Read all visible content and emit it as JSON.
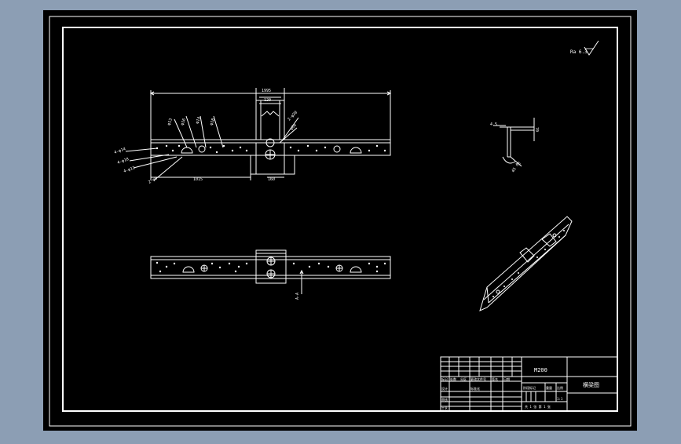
{
  "drawing": {
    "background_color": "#000000",
    "viewport_color": "#8c9eb4",
    "line_color": "#ffffff",
    "roughness_symbol": "Ra 6.3",
    "top_view": {
      "overall_dim": "1995",
      "center_dim": "120",
      "left_span_dim": "1015",
      "block_dim": "160",
      "callouts": [
        "4-φ14",
        "4-φ18",
        "4-φ12",
        "2-φ9",
        "φ13",
        "φ16",
        "φ14",
        "φ18"
      ],
      "right_callouts": [
        "2-φ20",
        "φ60"
      ]
    },
    "front_view": {
      "section_mark": "A-A"
    },
    "section_view": {
      "left_label": "4.5",
      "right_label": "70",
      "bottom_labels": [
        "R5",
        "45"
      ]
    }
  },
  "title_block": {
    "part_name": "M200",
    "drawing_title": "横梁图",
    "row_labels": [
      "标记",
      "设计",
      "审核",
      "工艺"
    ],
    "col_labels": [
      "处数",
      "分区",
      "更改文件号",
      "签名",
      "日期"
    ],
    "stage_labels": [
      "标准化",
      "阶段标记",
      "重量",
      "比例"
    ],
    "scale": "1:1",
    "sheet_info": "共 1 张  第 1 张"
  }
}
